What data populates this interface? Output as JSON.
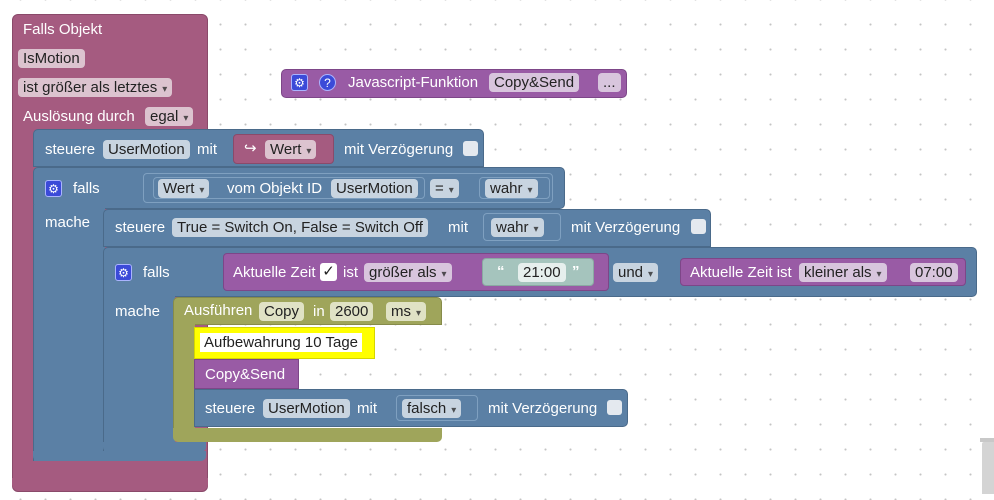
{
  "event_block": {
    "title": "Falls Objekt",
    "object_name": "IsMotion",
    "condition": "ist größer als letztes",
    "trigger_label": "Auslösung durch",
    "trigger_value": "egal"
  },
  "js_function_block": {
    "label": "Javascript-Funktion",
    "name": "Copy&Send",
    "more": "..."
  },
  "control_1": {
    "label_control": "steuere",
    "var_name": "UserMotion",
    "label_with": "mit",
    "arrow": "↪",
    "value": "Wert",
    "label_delay": "mit Verzögerung"
  },
  "if_1": {
    "label_if": "falls",
    "label_do": "mache",
    "value_label": "Wert",
    "from_object": "vom Objekt ID",
    "object_id": "UserMotion",
    "operator": "=",
    "compare_value": "wahr"
  },
  "control_2": {
    "label_control": "steuere",
    "var_name": "True = Switch On, False = Switch Off",
    "label_with": "mit",
    "value": "wahr",
    "label_delay": "mit Verzögerung"
  },
  "if_2": {
    "label_if": "falls",
    "label_do": "mache",
    "time1_label": "Aktuelle Zeit",
    "time1_check": "✓",
    "time1_is": "ist",
    "time1_op": "größer als",
    "time1_quote_open": "“",
    "time1_value": "21:00",
    "time1_quote_close": "”",
    "logic": "und",
    "time2_label": "Aktuelle Zeit ist",
    "time2_op": "kleiner als",
    "time2_value": "07:00"
  },
  "exec_block": {
    "label": "Ausführen",
    "name": "Copy",
    "label_in": "in",
    "delay": "2600",
    "unit": "ms"
  },
  "comment_block": {
    "text": "Aufbewahrung 10 Tage"
  },
  "call_block": {
    "name": "Copy&Send"
  },
  "control_3": {
    "label_control": "steuere",
    "var_name": "UserMotion",
    "label_with": "mit",
    "value": "falsch",
    "label_delay": "mit Verzögerung"
  },
  "colors": {
    "event": "#a55b80",
    "logic": "#5b80a5",
    "function": "#995ba5",
    "timeout": "#9fa55b",
    "comment": "#ffff00"
  }
}
